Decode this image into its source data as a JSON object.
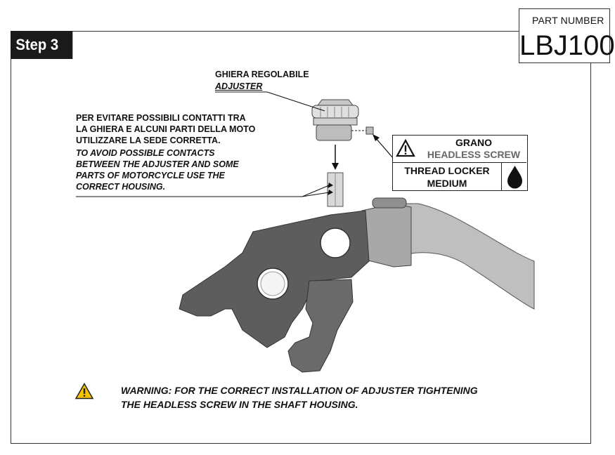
{
  "header": {
    "step_label": "Step 3",
    "part_number_label": "PART NUMBER",
    "part_number_value": "LBJ100"
  },
  "callouts": {
    "adjuster_it": "GHIERA REGOLABILE",
    "adjuster_en": "ADJUSTER",
    "note_it": [
      "PER EVITARE POSSIBILI CONTATTI TRA",
      "LA GHIERA E ALCUNI PARTI DELLA MOTO",
      "UTILIZZARE LA SEDE CORRETTA."
    ],
    "note_en": [
      "TO AVOID POSSIBLE CONTACTS",
      "BETWEEN THE ADJUSTER AND SOME",
      "PARTS OF MOTORCYCLE USE THE",
      "CORRECT HOUSING."
    ]
  },
  "grano_box": {
    "title_it": "GRANO",
    "title_en": "HEADLESS SCREW",
    "thread_locker_line1": "THREAD LOCKER",
    "thread_locker_line2": "MEDIUM"
  },
  "warning": {
    "prefix": "WARNING:",
    "line1_rest": " FOR THE CORRECT INSTALLATION OF ADJUSTER TIGHTENING",
    "line2": "THE HEADLESS SCREW IN THE SHAFT HOUSING."
  },
  "colors": {
    "lever_dark": "#5f5f5f",
    "lever_light": "#bdbdbd",
    "warning_yellow": "#f2c200"
  }
}
